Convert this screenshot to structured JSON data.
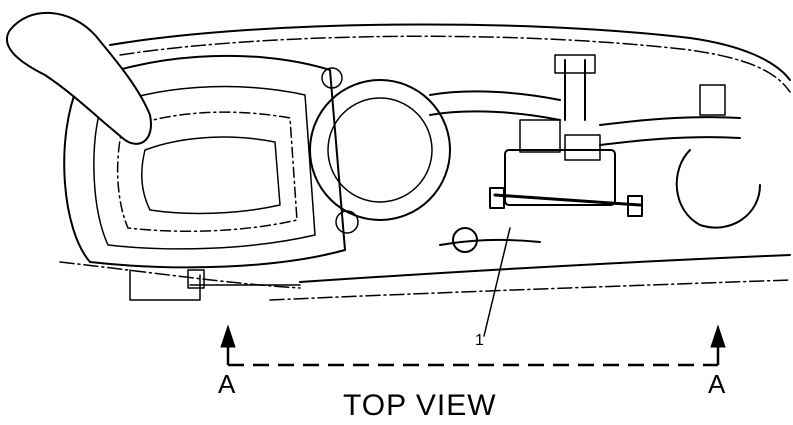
{
  "diagram": {
    "callout_number": "1",
    "section_marker_left": "A",
    "section_marker_right": "A",
    "view_title": "TOP VIEW"
  },
  "colors": {
    "line": "#000000",
    "background": "#ffffff"
  }
}
